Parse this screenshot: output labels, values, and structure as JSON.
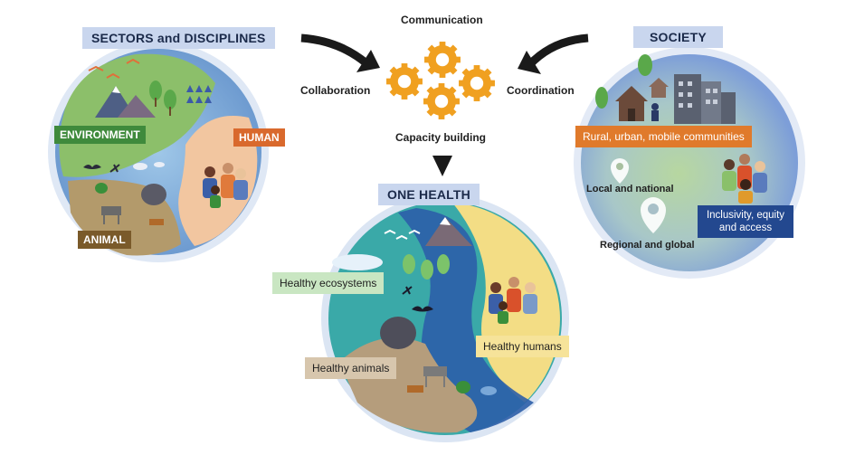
{
  "sectors": {
    "title": "SECTORS and DISCIPLINES",
    "environment": "ENVIRONMENT",
    "human": "HUMAN",
    "animal": "ANIMAL"
  },
  "center": {
    "communication": "Communication",
    "collaboration": "Collaboration",
    "coordination": "Coordination",
    "capacity": "Capacity building"
  },
  "society": {
    "title": "SOCIETY",
    "communities": "Rural, urban, mobile communities",
    "local": "Local and national",
    "regional": "Regional and global",
    "inclusivity": "Inclusivity, equity and access"
  },
  "one_health": {
    "title": "ONE HEALTH",
    "ecosystems": "Healthy ecosystems",
    "humans": "Healthy humans",
    "animals": "Healthy animals"
  },
  "colors": {
    "header_bg": "#c9d6ee",
    "environment": "#3f8a3c",
    "human": "#d9692d",
    "animal": "#7a5a2a",
    "communities": "#e07a2b",
    "inclusivity": "#23488f",
    "gear": "#f0a020"
  }
}
